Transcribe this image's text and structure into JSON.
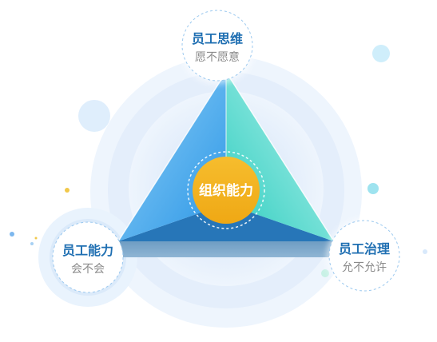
{
  "diagram": {
    "center": {
      "label": "组织能力"
    },
    "nodes": {
      "top": {
        "title": "员工思维",
        "subtitle": "愿不愿意"
      },
      "left": {
        "title": "员工能力",
        "subtitle": "会不会"
      },
      "right": {
        "title": "员工治理",
        "subtitle": "允不允许"
      }
    },
    "colors": {
      "center_fill": "#f2b21f",
      "node_title": "#1f6fb2",
      "node_sub": "#8a8a8a",
      "face_left": "#4cb4f2",
      "face_right": "#3fd7c8",
      "base": "#7da7c9",
      "accent_blue": "#cfe5fb"
    }
  }
}
